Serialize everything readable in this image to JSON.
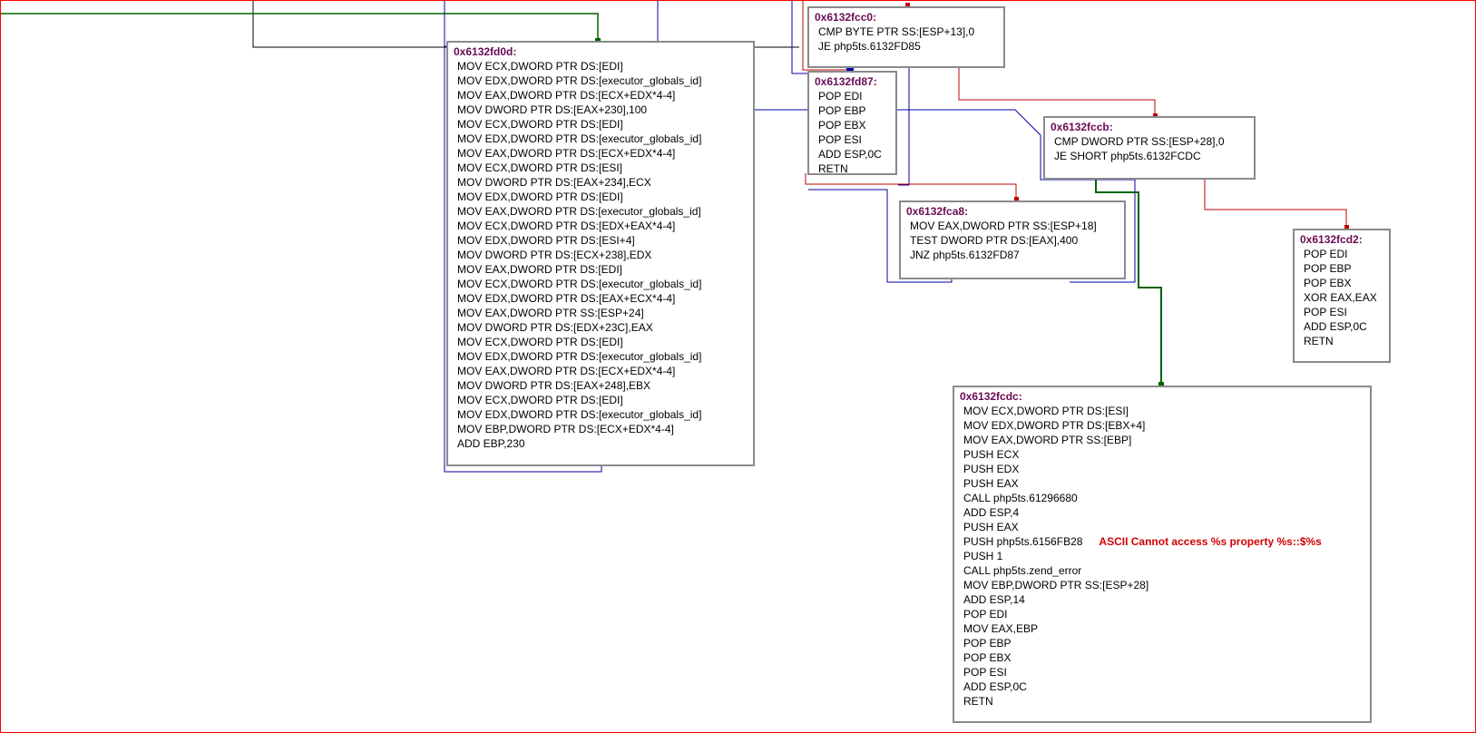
{
  "graph": {
    "blocks": [
      {
        "id": "fd0d",
        "address": "0x6132fd0d:",
        "lines": [
          {
            "text": "MOV ECX,DWORD PTR DS:[EDI]"
          },
          {
            "text": "MOV EDX,DWORD PTR DS:[executor_globals_id]"
          },
          {
            "text": "MOV EAX,DWORD PTR DS:[ECX+EDX*4-4]"
          },
          {
            "text": "MOV DWORD PTR DS:[EAX+230],100"
          },
          {
            "text": "MOV ECX,DWORD PTR DS:[EDI]"
          },
          {
            "text": "MOV EDX,DWORD PTR DS:[executor_globals_id]"
          },
          {
            "text": "MOV EAX,DWORD PTR DS:[ECX+EDX*4-4]"
          },
          {
            "text": "MOV ECX,DWORD PTR DS:[ESI]"
          },
          {
            "text": "MOV DWORD PTR DS:[EAX+234],ECX"
          },
          {
            "text": "MOV EDX,DWORD PTR DS:[EDI]"
          },
          {
            "text": "MOV EAX,DWORD PTR DS:[executor_globals_id]"
          },
          {
            "text": "MOV ECX,DWORD PTR DS:[EDX+EAX*4-4]"
          },
          {
            "text": "MOV EDX,DWORD PTR DS:[ESI+4]"
          },
          {
            "text": "MOV DWORD PTR DS:[ECX+238],EDX"
          },
          {
            "text": "MOV EAX,DWORD PTR DS:[EDI]"
          },
          {
            "text": "MOV ECX,DWORD PTR DS:[executor_globals_id]"
          },
          {
            "text": "MOV EDX,DWORD PTR DS:[EAX+ECX*4-4]"
          },
          {
            "text": "MOV EAX,DWORD PTR SS:[ESP+24]"
          },
          {
            "text": "MOV DWORD PTR DS:[EDX+23C],EAX"
          },
          {
            "text": "MOV ECX,DWORD PTR DS:[EDI]"
          },
          {
            "text": "MOV EDX,DWORD PTR DS:[executor_globals_id]"
          },
          {
            "text": "MOV EAX,DWORD PTR DS:[ECX+EDX*4-4]"
          },
          {
            "text": "MOV DWORD PTR DS:[EAX+248],EBX"
          },
          {
            "text": "MOV ECX,DWORD PTR DS:[EDI]"
          },
          {
            "text": "MOV EDX,DWORD PTR DS:[executor_globals_id]"
          },
          {
            "text": "MOV EBP,DWORD PTR DS:[ECX+EDX*4-4]"
          },
          {
            "text": "ADD EBP,230"
          }
        ]
      },
      {
        "id": "fcc0",
        "address": "0x6132fcc0:",
        "lines": [
          {
            "text": "CMP BYTE PTR SS:[ESP+13],0"
          },
          {
            "text": "JE php5ts.6132FD85"
          }
        ]
      },
      {
        "id": "fd87",
        "address": "0x6132fd87:",
        "lines": [
          {
            "text": "POP EDI"
          },
          {
            "text": "POP EBP"
          },
          {
            "text": "POP EBX"
          },
          {
            "text": "POP ESI"
          },
          {
            "text": "ADD ESP,0C"
          },
          {
            "text": "RETN"
          }
        ]
      },
      {
        "id": "fccb",
        "address": "0x6132fccb:",
        "lines": [
          {
            "text": "CMP DWORD PTR SS:[ESP+28],0"
          },
          {
            "text": "JE SHORT php5ts.6132FCDC"
          }
        ]
      },
      {
        "id": "fca8",
        "address": "0x6132fca8:",
        "lines": [
          {
            "text": "MOV EAX,DWORD PTR SS:[ESP+18]"
          },
          {
            "text": "TEST DWORD PTR DS:[EAX],400"
          },
          {
            "text": "JNZ php5ts.6132FD87"
          }
        ]
      },
      {
        "id": "fcd2",
        "address": "0x6132fcd2:",
        "lines": [
          {
            "text": "POP EDI"
          },
          {
            "text": "POP EBP"
          },
          {
            "text": "POP EBX"
          },
          {
            "text": "XOR EAX,EAX"
          },
          {
            "text": "POP ESI"
          },
          {
            "text": "ADD ESP,0C"
          },
          {
            "text": "RETN"
          }
        ]
      },
      {
        "id": "fcdc",
        "address": "0x6132fcdc:",
        "lines": [
          {
            "text": "MOV ECX,DWORD PTR DS:[ESI]"
          },
          {
            "text": "MOV EDX,DWORD PTR DS:[EBX+4]"
          },
          {
            "text": "MOV EAX,DWORD PTR SS:[EBP]"
          },
          {
            "text": "PUSH ECX"
          },
          {
            "text": "PUSH EDX"
          },
          {
            "text": "PUSH EAX"
          },
          {
            "text": "CALL php5ts.61296680"
          },
          {
            "text": "ADD ESP,4"
          },
          {
            "text": "PUSH EAX"
          },
          {
            "text": "PUSH php5ts.6156FB28",
            "comment": "ASCII Cannot access %s property %s::$%s"
          },
          {
            "text": "PUSH 1"
          },
          {
            "text": "CALL php5ts.zend_error"
          },
          {
            "text": "MOV EBP,DWORD PTR SS:[ESP+28]"
          },
          {
            "text": "ADD ESP,14"
          },
          {
            "text": "POP EDI"
          },
          {
            "text": "MOV EAX,EBP"
          },
          {
            "text": "POP EBP"
          },
          {
            "text": "POP EBX"
          },
          {
            "text": "POP ESI"
          },
          {
            "text": "ADD ESP,0C"
          },
          {
            "text": "RETN"
          }
        ]
      }
    ],
    "colors": {
      "border": "#ff0000",
      "block_border": "#8a8a8a",
      "address": "#6a0a55",
      "instruction": "#000000",
      "comment": "#d00000",
      "edge_unconditional": "#0000aa",
      "edge_true": "#006400",
      "edge_false": "#c00000",
      "edge_neutral": "#000000"
    }
  }
}
